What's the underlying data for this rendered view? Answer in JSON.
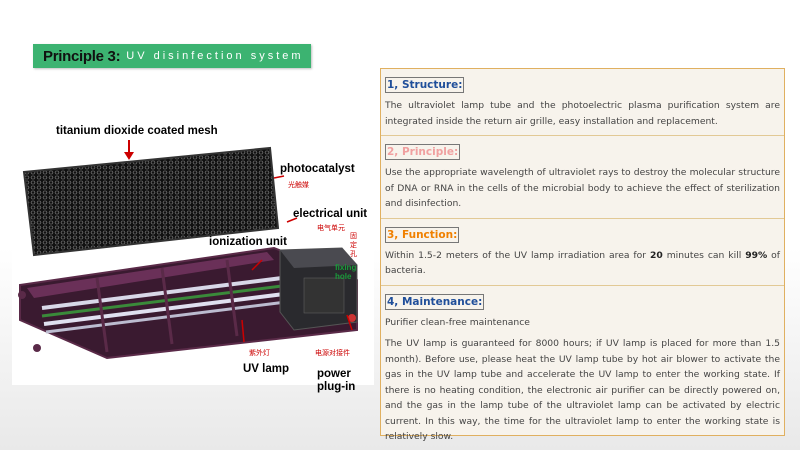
{
  "title": {
    "main": "Principle 3:",
    "sub": "UV disinfection system"
  },
  "figure": {
    "labels": {
      "mesh": "titanium dioxide coated mesh",
      "photocatalyst": "photocatalyst",
      "electrical": "electrical unit",
      "ionization": "ionization unit",
      "uv_lamp": "UV lamp",
      "power": "power plug-in",
      "fixing_hole": "fixing hole"
    },
    "cn_labels": {
      "photocatalyst": "光触媒",
      "electrical": "电气单元",
      "fixing": "固定孔",
      "uv_lamp": "紫外灯",
      "power": "电源对接件"
    }
  },
  "structure": {
    "heading": "1, Structure:",
    "text": "The ultraviolet lamp tube and the photoelectric plasma purification system are integrated inside the return air grille, easy installation and replacement."
  },
  "principle": {
    "heading": "2, Principle:",
    "text": "Use the appropriate wavelength of ultraviolet rays to destroy the molecular structure of DNA or RNA in the cells of the microbial body to achieve the effect of sterilization and disinfection."
  },
  "function": {
    "heading": "3, Function:",
    "text_a": "Within 1.5-2 meters of the UV lamp irradiation area for ",
    "minutes": "20",
    "text_b": " minutes can kill ",
    "percent": "99%",
    "text_c": " of bacteria."
  },
  "maintenance": {
    "heading": "4, Maintenance:",
    "line1": "Purifier clean-free maintenance",
    "text": "The UV lamp is guaranteed for 8000 hours; if UV lamp is placed for more than 1.5 month). Before use, please heat the UV lamp tube by hot air blower to activate the gas in the UV lamp tube and accelerate the UV lamp to enter the working state. If there is no heating condition, the electronic air purifier can be directly powered on, and the gas in the lamp tube of the ultraviolet lamp can be activated by electric current. In this way, the time for the ultraviolet lamp to enter the working state is relatively slow."
  }
}
